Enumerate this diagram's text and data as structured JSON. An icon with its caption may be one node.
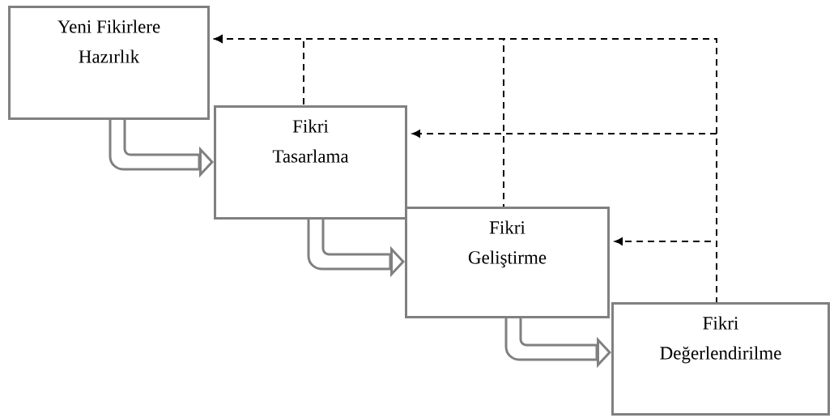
{
  "diagram": {
    "nodes": [
      {
        "text": [
          "Yeni Fikirlere Hazırlık"
        ]
      },
      {
        "text": [
          "Fikri Tasarlama"
        ]
      },
      {
        "text": [
          "Fikri Geliştirme"
        ]
      },
      {
        "text": [
          "Fikri Değerlendirilme"
        ]
      }
    ],
    "edges": [
      {
        "from": 0,
        "to": 1,
        "arrow": "to",
        "color": "#808080"
      },
      {
        "from": 1,
        "to": 2,
        "arrow": "to",
        "color": "#808080"
      },
      {
        "from": 2,
        "to": 3,
        "arrow": "to",
        "color": "#808080"
      },
      {
        "from": 1,
        "to": 0,
        "arrow": "to",
        "style": "dashed"
      },
      {
        "from": 2,
        "to": 0,
        "arrow": "to",
        "style": "dashed"
      },
      {
        "from": 3,
        "to": 0,
        "arrow": "to",
        "style": "dashed"
      },
      {
        "from": 3,
        "to": 1,
        "arrow": "to",
        "style": "dashed"
      },
      {
        "from": 3,
        "to": 2,
        "arrow": "to",
        "style": "dashed"
      }
    ]
  }
}
